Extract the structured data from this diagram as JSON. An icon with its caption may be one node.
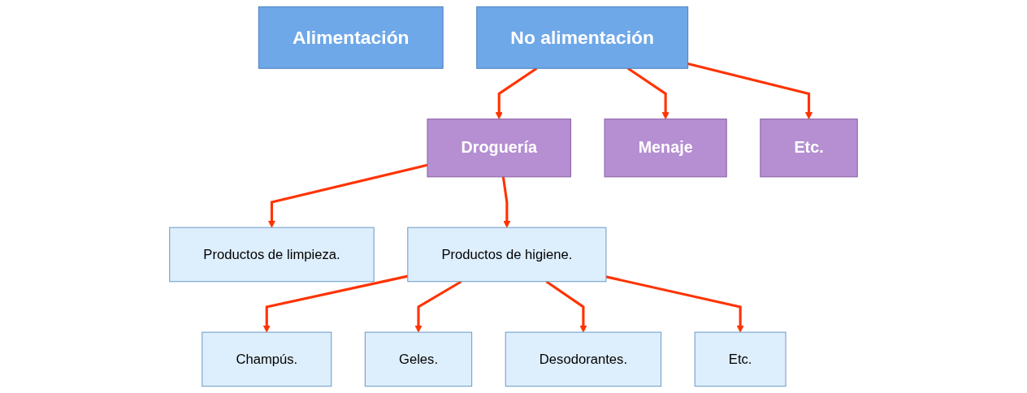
{
  "diagram": {
    "nodes": [
      {
        "text": [
          "Alimentación"
        ]
      },
      {
        "text": [
          "No alimentación"
        ]
      },
      {
        "text": [
          "Droguería"
        ]
      },
      {
        "text": [
          "Menaje"
        ]
      },
      {
        "text": [
          "Etc."
        ]
      },
      {
        "text": [
          "Productos de limpieza."
        ]
      },
      {
        "text": [
          "Productos de higiene."
        ]
      },
      {
        "text": [
          "Champús."
        ]
      },
      {
        "text": [
          "Geles."
        ]
      },
      {
        "text": [
          "Desodorantes."
        ]
      },
      {
        "text": [
          "Etc."
        ]
      }
    ],
    "edges": [
      {
        "from": 1,
        "to": 2,
        "arrow": "to"
      },
      {
        "from": 1,
        "to": 3,
        "arrow": "to"
      },
      {
        "from": 1,
        "to": 4,
        "arrow": "to"
      },
      {
        "from": 2,
        "to": 5,
        "arrow": "to"
      },
      {
        "from": 2,
        "to": 6,
        "arrow": "to"
      },
      {
        "from": 6,
        "to": 7,
        "arrow": "to"
      },
      {
        "from": 6,
        "to": 8,
        "arrow": "to"
      },
      {
        "from": 6,
        "to": 9,
        "arrow": "to"
      },
      {
        "from": 6,
        "to": 10,
        "arrow": "to"
      }
    ]
  }
}
